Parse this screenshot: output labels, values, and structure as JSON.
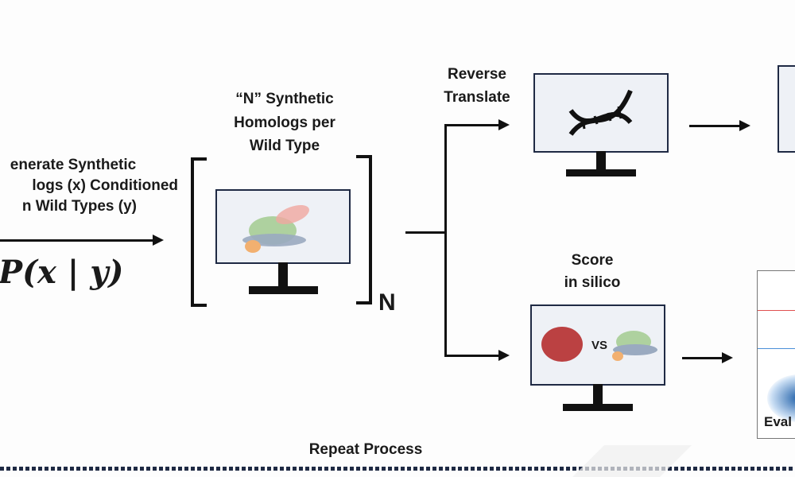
{
  "left": {
    "lines": [
      "enerate Synthetic",
      "logs (x) Conditioned",
      "n Wild Types (y)"
    ],
    "formula": "P(x | y)"
  },
  "middle": {
    "title_lines": [
      "“N” Synthetic",
      "Homologs per",
      "Wild Type"
    ],
    "multiplier": "N"
  },
  "top_branch": {
    "label_lines": [
      "Reverse",
      "Translate"
    ]
  },
  "bottom_branch": {
    "label_lines": [
      "Score",
      "in silico"
    ],
    "vs": "VS"
  },
  "chart_partial": {
    "label": "Eval"
  },
  "footer": {
    "label": "Repeat Process"
  },
  "colors": {
    "line": "#111111",
    "screen_border": "#1f2a44",
    "protein_red": "#b22222",
    "threshold_red": "#e05050",
    "threshold_blue": "#4a8fd8",
    "dots": "#1f5fa8"
  }
}
